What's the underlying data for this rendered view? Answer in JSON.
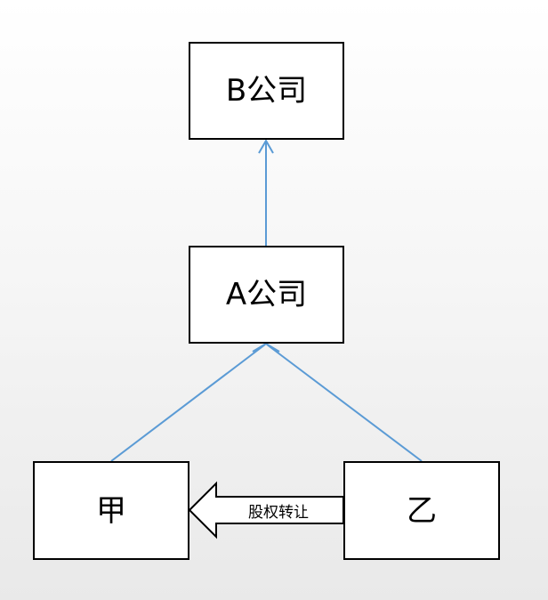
{
  "nodes": {
    "b_company": "B公司",
    "a_company": "A公司",
    "jia": "甲",
    "yi": "乙"
  },
  "transfer_label": "股权转让",
  "colors": {
    "connector": "#5b9bd5",
    "box_border": "#000000",
    "box_fill": "#ffffff"
  }
}
